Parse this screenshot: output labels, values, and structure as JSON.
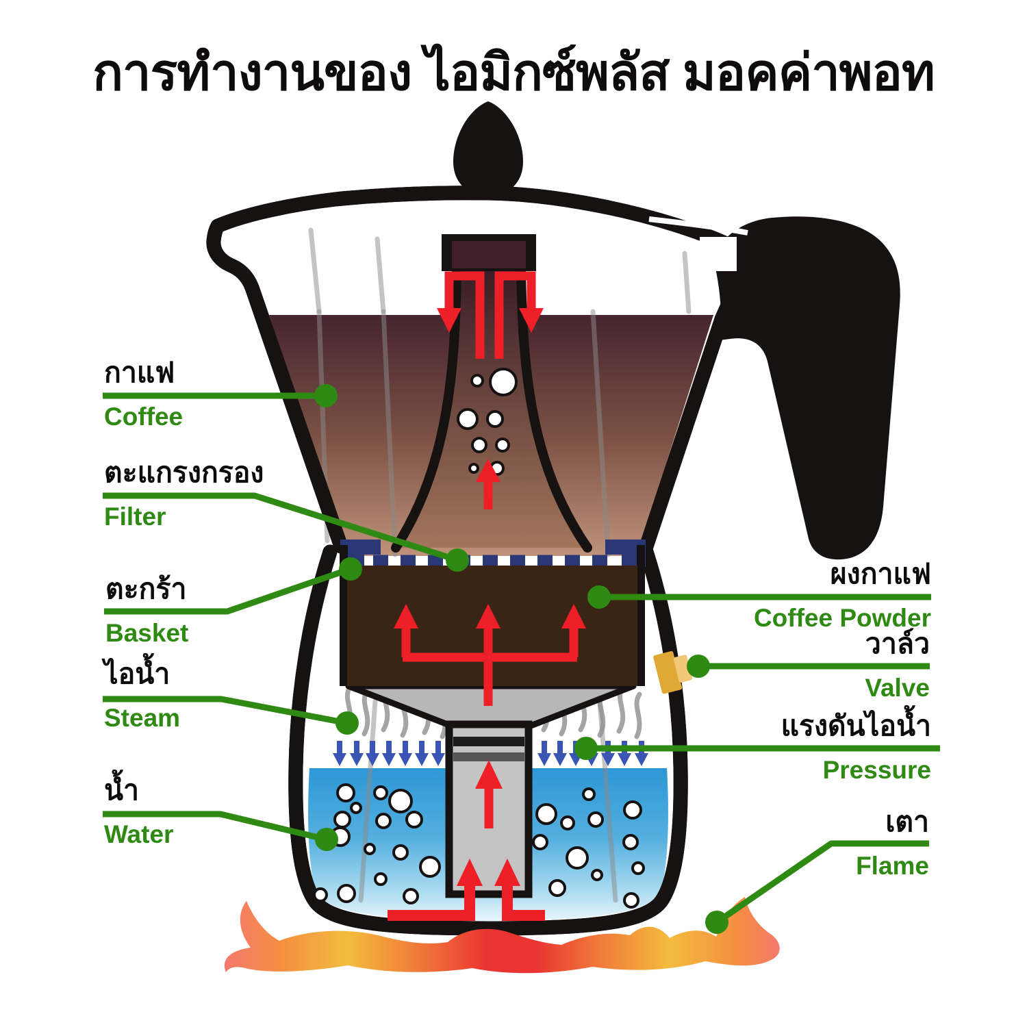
{
  "title": "การทำงานของ ไอมิกซ์พลัส มอคค่าพอท",
  "labels": {
    "coffee": {
      "thai": "กาแฟ",
      "english": "Coffee"
    },
    "filter": {
      "thai": "ตะแกรงกรอง",
      "english": "Filter"
    },
    "basket": {
      "thai": "ตะกร้า",
      "english": "Basket"
    },
    "steam": {
      "thai": "ไอน้ำ",
      "english": "Steam"
    },
    "water": {
      "thai": "น้ำ",
      "english": "Water"
    },
    "coffee_powder": {
      "thai": "ผงกาแฟ",
      "english": "Coffee Powder"
    },
    "valve": {
      "thai": "วาล์ว",
      "english": "Valve"
    },
    "pressure": {
      "thai": "แรงดันไอน้ำ",
      "english": "Pressure"
    },
    "flame": {
      "thai": "เตา",
      "english": "Flame"
    }
  },
  "colors": {
    "outline": "#171212",
    "label_green": "#2e8a12",
    "arrow_red": "#ee1f27",
    "steam_arrow_blue": "#3a55b2",
    "filter_navy": "#2b3878",
    "coffee_powder_brown": "#3a2413",
    "coffee_dark": "#45242f",
    "coffee_light": "#c0937b",
    "water_blue": "#2c97d5",
    "valve_gold": "#e0a636",
    "steam_gray": "#8f8f8f",
    "flame_red": "#ea3431",
    "flame_orange": "#f58f41",
    "flame_yellow": "#f3bc3e",
    "flame_salmon": "#f4796b"
  }
}
